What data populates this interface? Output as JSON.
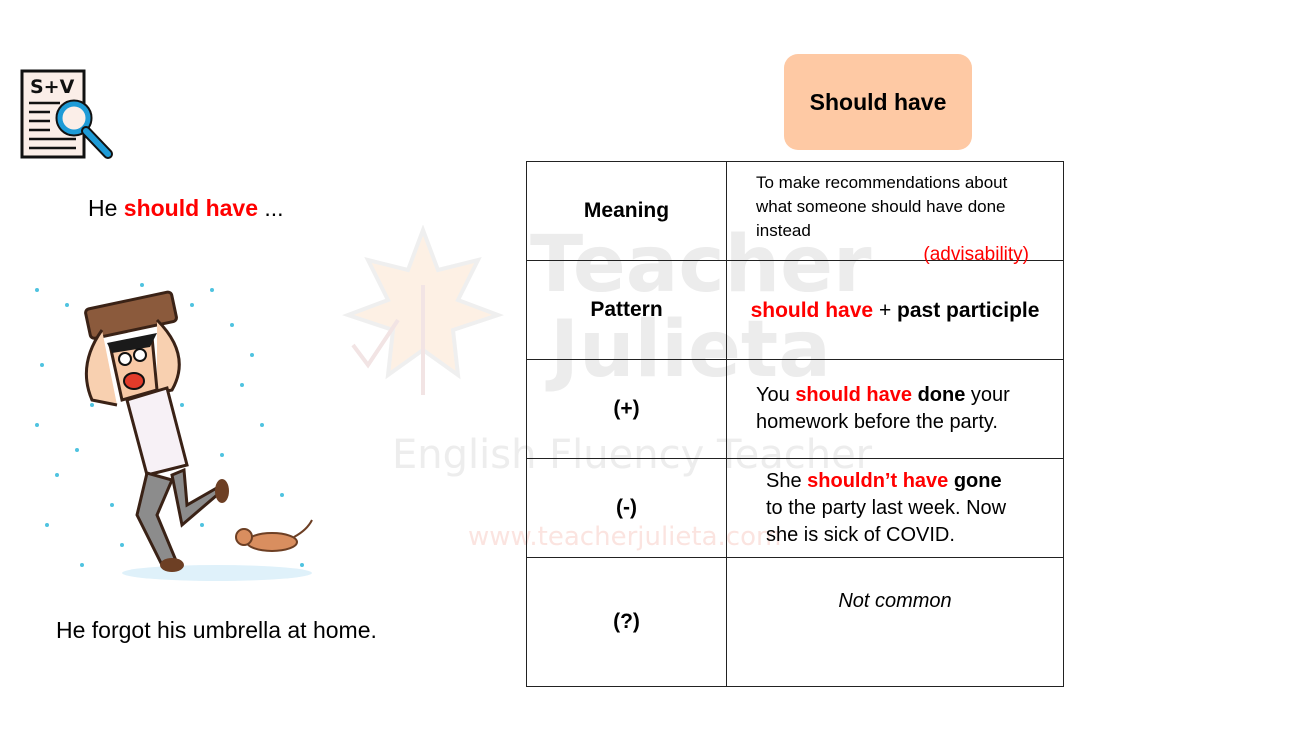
{
  "watermark": {
    "line1": "Teacher",
    "line2": "Julieta",
    "line3": "English Fluency Teacher",
    "url": "www.teacherjulieta.com"
  },
  "icon": {
    "label": "S+V",
    "name": "sentence-magnifier-icon"
  },
  "left": {
    "prompt_prefix": "He",
    "prompt_highlight": "should have",
    "prompt_suffix": "...",
    "caption": "He forgot his umbrella at home."
  },
  "title": "Should have",
  "colors": {
    "accent_red": "#ff0000",
    "pill_bg": "#fec9a4",
    "rain": "#4fc3e0"
  },
  "table": {
    "rows": [
      {
        "label": "Meaning",
        "text": "To make recommendations about what someone should have done instead",
        "note": "(advisability)"
      },
      {
        "label": "Pattern",
        "highlight": "should have",
        "plus": "+",
        "rest": "past participle"
      },
      {
        "label": "(+)",
        "pre": "You",
        "highlight": "should have",
        "verb": "done",
        "post": "your homework before the party."
      },
      {
        "label": "(-)",
        "pre": "She",
        "highlight": "shouldn’t have",
        "verb": "gone",
        "post": "to the party last week. Now she is sick of COVID."
      },
      {
        "label": "(?)",
        "text": "Not common"
      }
    ]
  }
}
